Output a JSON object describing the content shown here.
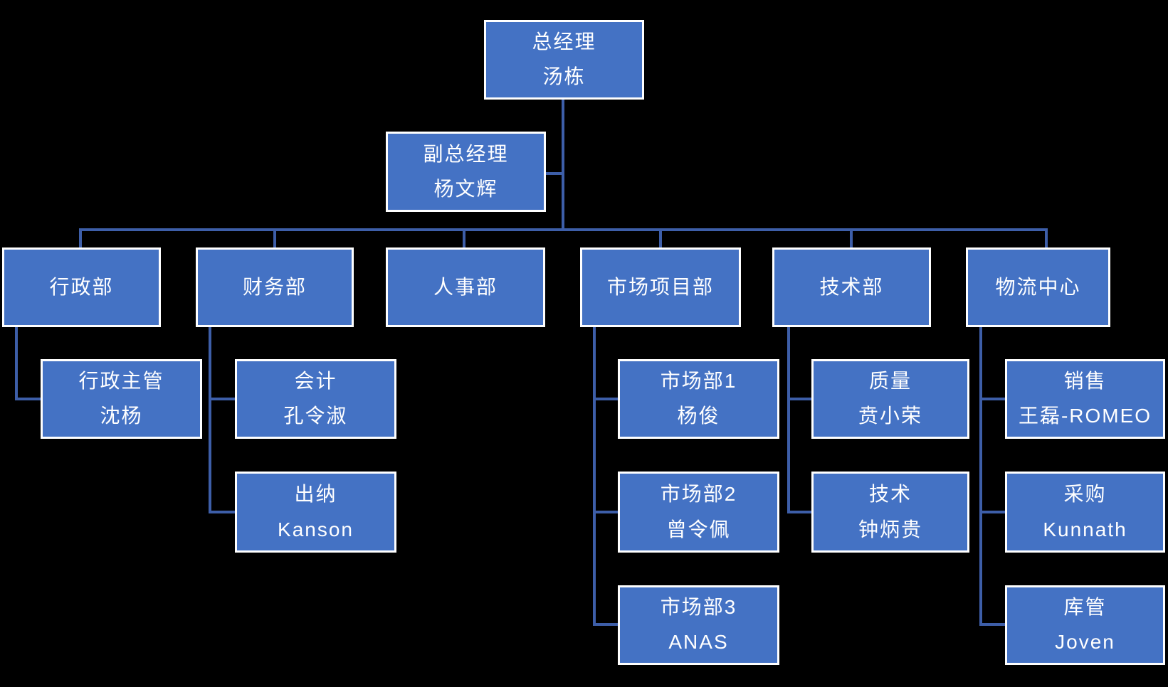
{
  "diagram": {
    "type": "org-chart",
    "colors": {
      "background": "#000000",
      "node_fill": "#4472C4",
      "node_border": "#FFFFFF",
      "node_text": "#FFFFFF",
      "connector": "#3D5EA8"
    },
    "nodes": {
      "gm": {
        "title": "总经理",
        "name": "汤栋"
      },
      "deputy_gm": {
        "title": "副总经理",
        "name": "杨文辉"
      },
      "admin_dept": {
        "title": "行政部"
      },
      "finance_dept": {
        "title": "财务部"
      },
      "hr_dept": {
        "title": "人事部"
      },
      "market_project_dept": {
        "title": "市场项目部"
      },
      "tech_dept": {
        "title": "技术部"
      },
      "logistics_center": {
        "title": "物流中心"
      },
      "admin_supervisor": {
        "title": "行政主管",
        "name": "沈杨"
      },
      "accountant": {
        "title": "会计",
        "name": "孔令淑"
      },
      "cashier": {
        "title": "出纳",
        "name": "Kanson"
      },
      "market_dept_1": {
        "title": "市场部1",
        "name": "杨俊"
      },
      "market_dept_2": {
        "title": "市场部2",
        "name": "曾令佩"
      },
      "market_dept_3": {
        "title": "市场部3",
        "name": "ANAS"
      },
      "quality": {
        "title": "质量",
        "name": "贲小荣"
      },
      "technology": {
        "title": "技术",
        "name": "钟炳贵"
      },
      "sales": {
        "title": "销售",
        "name": "王磊-ROMEO"
      },
      "purchasing": {
        "title": "采购",
        "name": "Kunnath"
      },
      "warehouse": {
        "title": "库管",
        "name": "Joven"
      }
    }
  }
}
